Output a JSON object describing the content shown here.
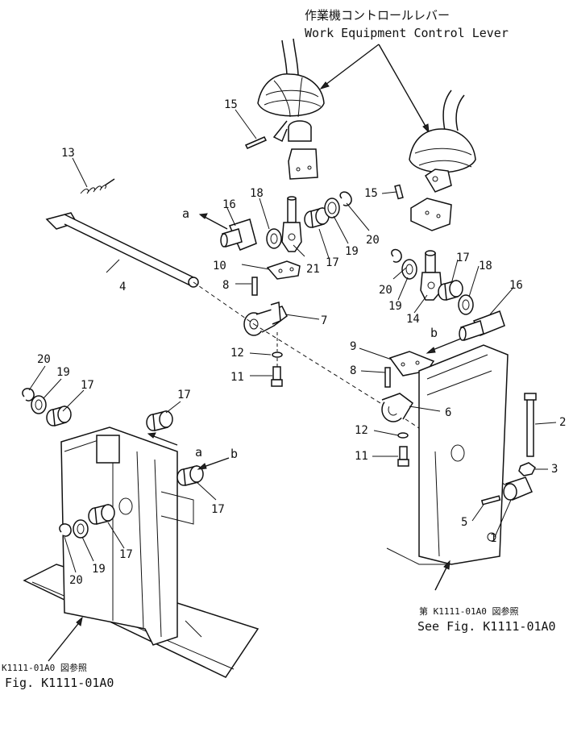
{
  "captions": {
    "lever_jp": "作業機コントロールレバー",
    "lever_en": "Work Equipment Control Lever",
    "ref_right_jp": "第 K1111-01A0 図参照",
    "ref_right_en": "See Fig. K1111-01A0",
    "ref_left_jp": "K1111-01A0 図参照",
    "ref_left_en": "Fig. K1111-01A0"
  },
  "callouts": {
    "c13": "13",
    "c15a": "15",
    "c18a": "18",
    "c16a": "16",
    "c4": "4",
    "c10": "10",
    "c8a": "8",
    "c21": "21",
    "c17a": "17",
    "c19a": "19",
    "c20a": "20",
    "c7": "7",
    "c12a": "12",
    "c11a": "11",
    "c15b": "15",
    "c17b": "17",
    "c18b": "18",
    "c20b": "20",
    "c19b": "19",
    "c14": "14",
    "c16b": "16",
    "c9": "9",
    "c8b": "8",
    "c6": "6",
    "c12b": "12",
    "c11b": "11",
    "c2": "2",
    "c3": "3",
    "c5": "5",
    "c1": "1",
    "c20c": "20",
    "c19c": "19",
    "c17c": "17",
    "c17d": "17",
    "c17e": "17",
    "c17f": "17",
    "c19d": "19",
    "c20d": "20"
  },
  "view_marks": {
    "a_top": "a",
    "b_top": "b",
    "a_bottom": "a",
    "b_bottom": "b"
  }
}
